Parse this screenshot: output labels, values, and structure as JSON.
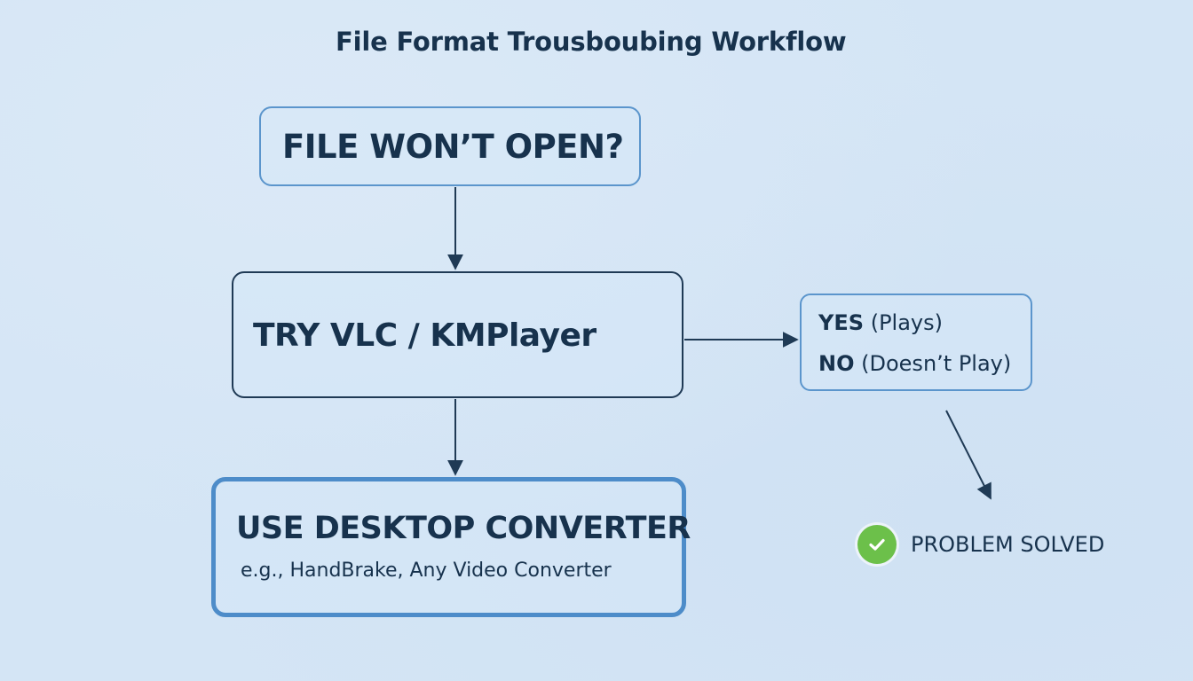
{
  "title": "File Format Trousboubing Workflow",
  "nodes": {
    "start": {
      "label": "FILE WON’T OPEN?"
    },
    "try": {
      "label": "TRY VLC / KMPlayer"
    },
    "result": {
      "yes_key": "YES",
      "yes_detail": "(Plays)",
      "no_key": "NO",
      "no_detail": "(Doesn’t Play)"
    },
    "convert": {
      "label": "USE DESKTOP CONVERTER",
      "example": "e.g., HandBrake, Any Video Converter"
    },
    "solved": {
      "label": "PROBLEM SOLVED",
      "icon": "check-circle-icon"
    }
  },
  "colors": {
    "background": "#d4e5f5",
    "text": "#17324d",
    "box_border_light": "#5b95cc",
    "box_border_dark": "#1f3a55",
    "highlight_border": "#4d8cc9",
    "check_green": "#6cc04a"
  }
}
